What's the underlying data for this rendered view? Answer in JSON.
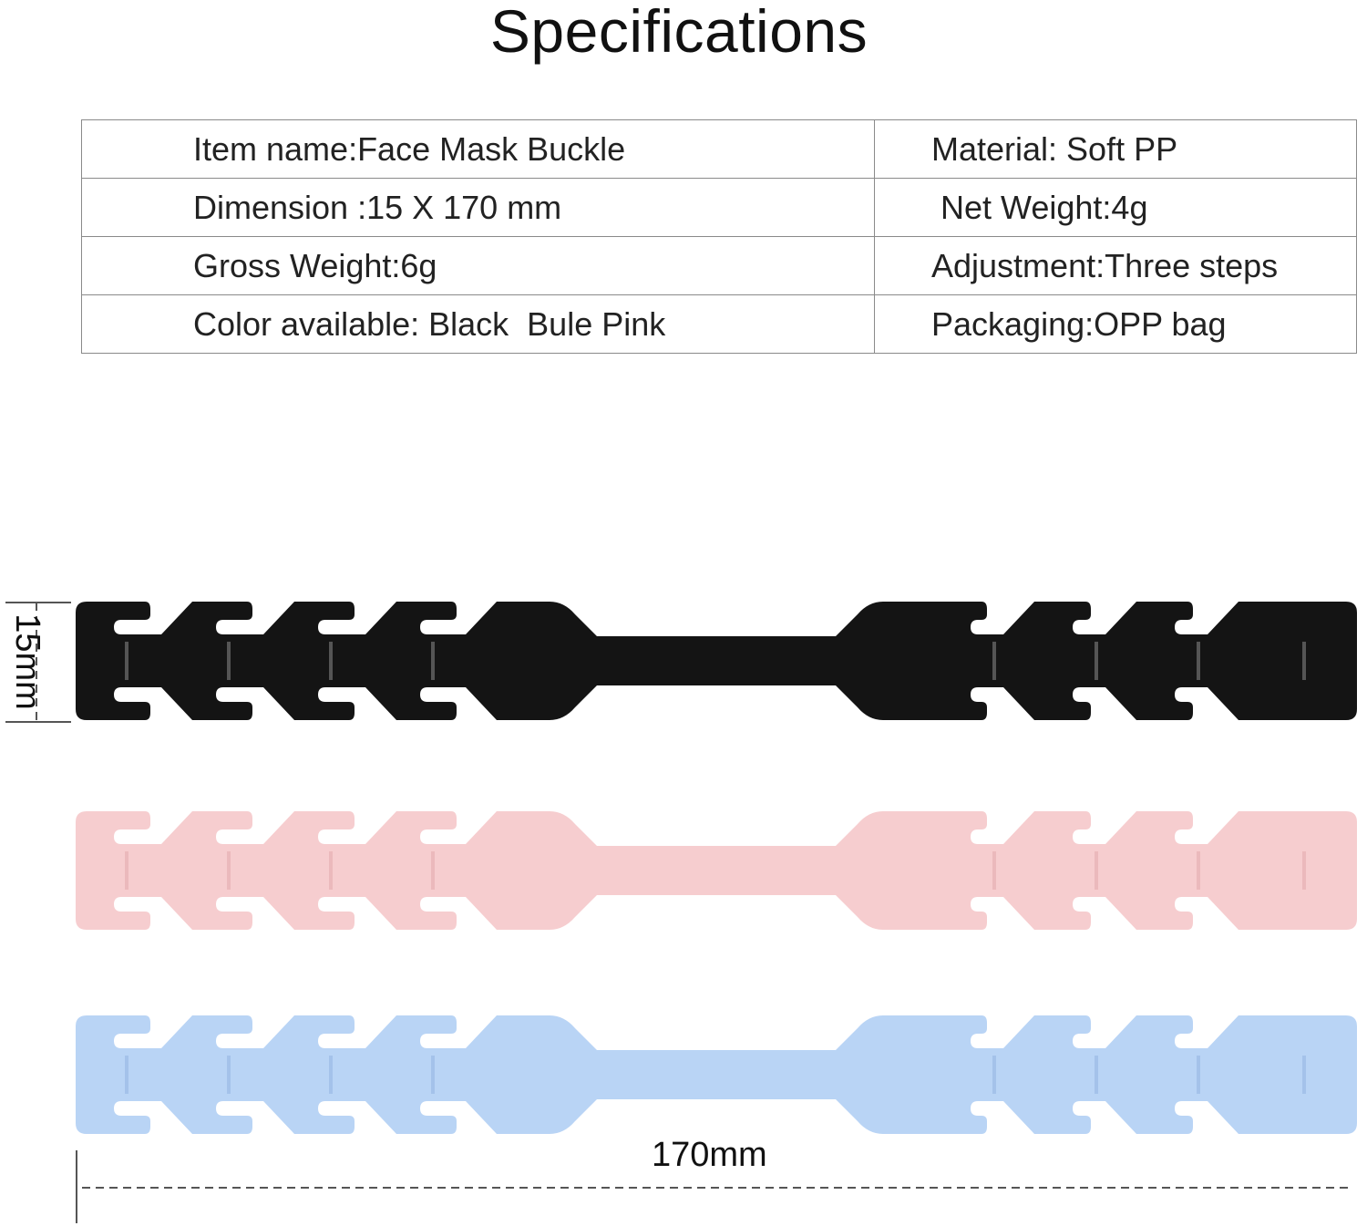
{
  "title": "Specifications",
  "specs": {
    "rows": [
      {
        "left": "Item name:Face Mask Buckle",
        "right": "Material: Soft PP"
      },
      {
        "left": "Dimension :15 X 170 mm",
        "right": " Net Weight:4g"
      },
      {
        "left": "Gross Weight:6g",
        "right": "Adjustment:Three steps"
      },
      {
        "left": "Color available: Black  Bule Pink",
        "right": "Packaging:OPP bag"
      }
    ]
  },
  "dimensions": {
    "width_label": "170mm",
    "height_label": "15mm"
  },
  "colors": {
    "black_strap": "#141414",
    "black_slot_mark": "#555555",
    "pink_strap": "#f6cdcf",
    "pink_slot_mark": "#ebb9bc",
    "blue_strap": "#b9d4f5",
    "blue_slot_mark": "#a4c2ea",
    "dim_line": "#555555"
  }
}
